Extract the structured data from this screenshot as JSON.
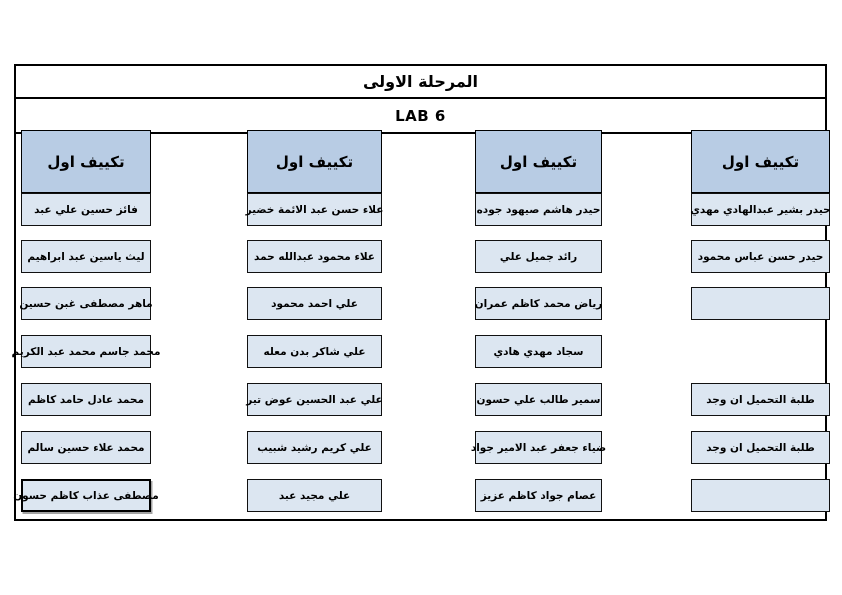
{
  "title": "المرحلة الاولى",
  "subtitle": "LAB 6",
  "colors": {
    "header_fill": "#b8cce4",
    "cell_fill": "#dce6f1",
    "border": "#000000"
  },
  "columns": [
    {
      "header": "تكييف اول",
      "rows": [
        "فائز حسين علي عبد",
        "ليث ياسين عبد ابراهيم",
        "ماهر مصطفى غبن حسين",
        "محمد جاسم محمد عبد الكريم",
        "محمد عادل حامد كاظم",
        "محمد علاء حسين سالم",
        "مصطفى عذاب كاظم حسون"
      ]
    },
    {
      "header": "تكييف اول",
      "rows": [
        "علاء حسن عبد الائمة خضير",
        "علاء محمود عبدالله حمد",
        "علي احمد محمود",
        "علي شاكر بدن معله",
        "علي عبد الحسين عوض تير",
        "علي كريم رشيد شبيب",
        "علي مجيد عبد"
      ]
    },
    {
      "header": "تكييف اول",
      "rows": [
        "حيدر هاشم صيهود جوده",
        "رائد جميل علي",
        "رياض محمد كاظم عمران",
        "سجاد مهدي هادي",
        "سمير طالب علي حسون",
        "ضياء جعفر عبد الامير جواد",
        "عصام جواد كاظم عزيز"
      ]
    },
    {
      "header": "تكييف اول",
      "rows": [
        "حيدر بشير عبدالهادي مهدي",
        "حيدر حسن عباس محمود",
        "",
        null,
        "طلبة التحميل ان وجد",
        "طلبة التحميل ان وجد",
        ""
      ]
    }
  ]
}
